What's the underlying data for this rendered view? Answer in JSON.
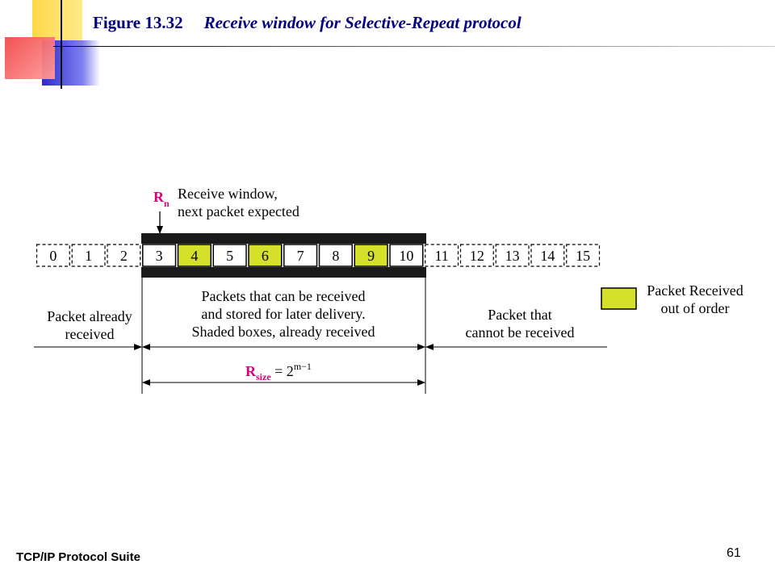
{
  "slide": {
    "figure_number": "Figure 13.32",
    "figure_caption": "Receive window for Selective-Repeat protocol",
    "footer_left": "TCP/IP Protocol Suite",
    "page_number": "61"
  },
  "diagram": {
    "pointer_label": "Rn",
    "pointer_label_main": "R",
    "pointer_label_sub": "n",
    "pointer_desc_line1": "Receive window,",
    "pointer_desc_line2": "next packet expected",
    "packets": [
      "0",
      "1",
      "2",
      "3",
      "4",
      "5",
      "6",
      "7",
      "8",
      "9",
      "10",
      "11",
      "12",
      "13",
      "14",
      "15"
    ],
    "shaded_packets": [
      "4",
      "6",
      "9"
    ],
    "left_region_line1": "Packet already",
    "left_region_line2": "received",
    "center_region_line1": "Packets that can be received",
    "center_region_line2": "and stored for later delivery.",
    "center_region_line3": "Shaded boxes, already received",
    "right_region_line1": "Packet that",
    "right_region_line2": "cannot be received",
    "legend_line1": "Packet Received",
    "legend_line2": "out of order",
    "size_label_main": "R",
    "size_label_sub": "size",
    "size_label_eq": " = 2",
    "size_label_exp": "m−1"
  },
  "colors": {
    "title": "#000080",
    "highlight": "#d4e02a",
    "magenta": "#d6007a",
    "deco_yellow": "#ffd84a",
    "deco_red": "#f24a4a",
    "deco_blue": "#2a2ad0"
  }
}
